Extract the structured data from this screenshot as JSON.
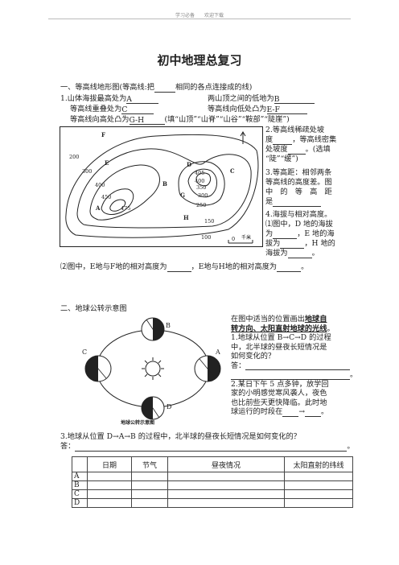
{
  "header": {
    "text": "学习必备　　欢迎下载"
  },
  "title": "初中地理总复习",
  "s1": {
    "heading": "一、等高线地形图(等高线:把",
    "heading2": "相同的各点连接成的线)",
    "q1a": "1.山体海拔最高处为",
    "q1a_ans": "A",
    "q1b": "两山顶之间的低地为",
    "q1b_ans": "B",
    "q1c": "等高线重叠处为",
    "q1c_ans": "C",
    "q1d": "等高线向低处凸为",
    "q1d_ans": "E-F",
    "q1e": "等高线向高处凸为",
    "q1e_ans": "G-H",
    "q1e_tail": "(填“山顶”“山脊”“山谷”“鞍部”“陡崖”)",
    "q2_lines": [
      "2.等高线稀疏处坡",
      "度",
      "，等高线密集",
      "处坡度",
      "。(选填",
      "“陡”“缓”)"
    ],
    "q3_lines": [
      "3.等高距：相邻两条",
      "等高线的高度差。图",
      "中　的　等　高　距",
      "是"
    ],
    "q4_lines": [
      "4.海拔与相对高度。",
      "⑴图中，D 地的海拔",
      "为",
      "，E 地的海",
      "拔为",
      "，H 地的",
      "海拔为"
    ],
    "q5a": "⑵图中，E地与F地的相对高度为",
    "q5b": "，E地与H地的相对高度为",
    "map": {
      "labels": [
        "F",
        "E",
        "A",
        "B",
        "C",
        "D",
        "G",
        "H"
      ],
      "contours": [
        "200",
        "300",
        "400",
        "450",
        "475",
        "405",
        "350",
        "300",
        "400",
        "250",
        "150",
        "100",
        "0"
      ],
      "scale": "千米"
    }
  },
  "s2": {
    "heading": "二、地球公转示意图",
    "intro1": "在图中适当的位置画出",
    "intro_bold1": "地球自",
    "intro_bold2": "转方向、太阳直射地球的光线",
    "intro_end": "。",
    "q1_lines": [
      "1.地球从位置 B→C→D 的过程",
      "中，北半球的昼夜长短情况是",
      "如何变化的？"
    ],
    "answer_label": "答：",
    "q2_lines": [
      "2.某日下午 5 点多钟，放学回",
      "家的小明感觉寒风袭人，夜色",
      "也比前些天更快降临。此时地"
    ],
    "q2_last": "球运行的时段在",
    "arrow": "→",
    "q3": "3.地球从位置 D→A→B 的过程中，北半球的昼夜长短情况是如何变化的？",
    "orbit": {
      "caption": "地球公转示意图",
      "positions": [
        "A",
        "B",
        "C",
        "D"
      ]
    }
  },
  "table": {
    "headers": [
      "日期",
      "节气",
      "昼夜情况",
      "太阳直射的纬线"
    ],
    "rows": [
      "A",
      "B",
      "C",
      "D"
    ]
  }
}
